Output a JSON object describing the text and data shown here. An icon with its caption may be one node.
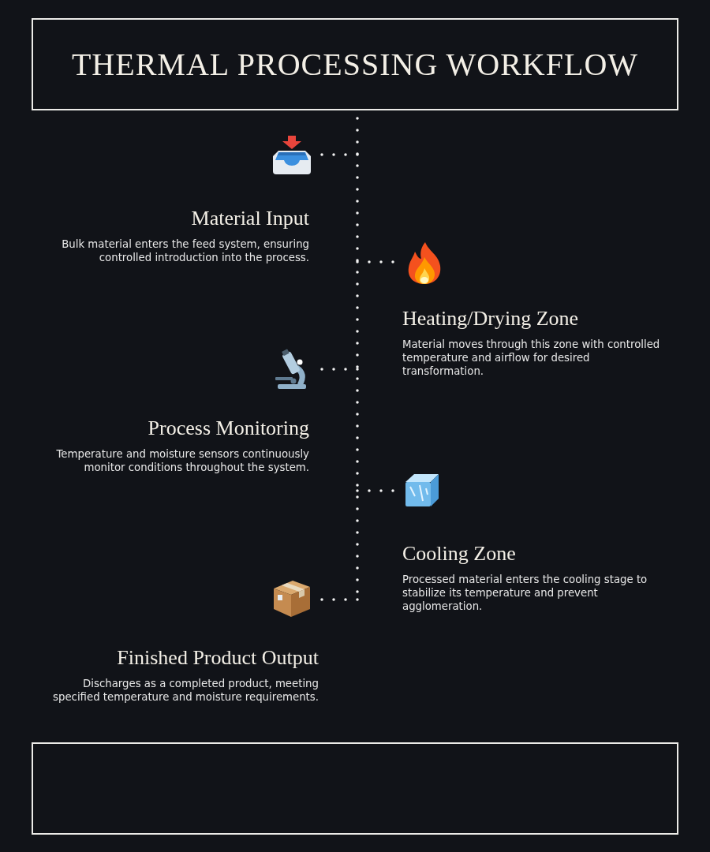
{
  "diagram": {
    "title": "THERMAL PROCESSING WORKFLOW",
    "nodes": [
      {
        "text": [],
        "shape": "picture",
        "beside": [
          "Material Input",
          "Bulk material enters the feed system, ensuring controlled introduction into the process."
        ]
      },
      {
        "text": [],
        "shape": "picture",
        "beside": [
          "Heating/Drying Zone",
          "Material moves through this zone with controlled temperature and airflow for desired transformation."
        ]
      },
      {
        "text": [],
        "shape": "picture",
        "beside": [
          "Process Monitoring",
          "Temperature and moisture sensors continuously monitor conditions throughout the system."
        ]
      },
      {
        "text": [],
        "shape": "picture",
        "beside": [
          "Cooling Zone",
          "Processed material enters the cooling stage to stabilize its temperature and prevent agglomeration."
        ]
      },
      {
        "text": [],
        "shape": "picture",
        "beside": [
          "Finished Product Output",
          "Discharges as a completed product, meeting specified temperature and moisture requirements."
        ]
      },
      {
        "text": [],
        "shape": "box"
      }
    ],
    "edges": [
      {
        "from": null,
        "to": 0,
        "arrow": "none",
        "style": "dashed"
      },
      {
        "from": null,
        "to": 1,
        "arrow": "none",
        "style": "dashed"
      },
      {
        "from": null,
        "to": 2,
        "arrow": "none",
        "style": "dashed"
      },
      {
        "from": null,
        "to": 3,
        "arrow": "none",
        "style": "dashed"
      },
      {
        "from": null,
        "to": 4,
        "arrow": "none",
        "style": "dashed"
      }
    ]
  }
}
